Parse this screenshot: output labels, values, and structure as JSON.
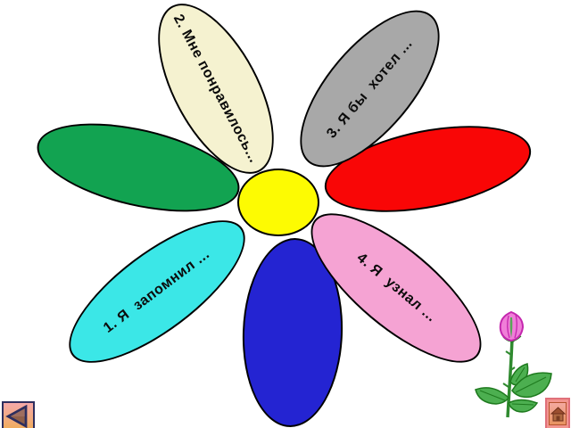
{
  "slide": {
    "background_color": "#FFFFFF",
    "flower": {
      "outline_color": "#000000",
      "center": {
        "color": "#FDFB02"
      },
      "petals": [
        {
          "id": "cyan",
          "label": "1. Я  запомнил ...",
          "color": "#3BE7E7"
        },
        {
          "id": "cream",
          "label": "2. Мне понравилось...",
          "color": "#F5F2D0"
        },
        {
          "id": "gray",
          "label": "3. Я бы  хотел ...",
          "color": "#A8A8A8"
        },
        {
          "id": "pink",
          "label": "4. Я  узнал ...",
          "color": "#F5A3D3"
        },
        {
          "id": "green",
          "label": "",
          "color": "#12A351"
        },
        {
          "id": "red",
          "label": "",
          "color": "#F90606"
        },
        {
          "id": "blue",
          "label": "",
          "color": "#2424D2"
        }
      ]
    },
    "nav": {
      "back_button": {
        "icon": "left-triangle-icon"
      },
      "home_button": {
        "icon": "home-icon"
      }
    },
    "decor": {
      "rose": "rose-flower"
    }
  }
}
